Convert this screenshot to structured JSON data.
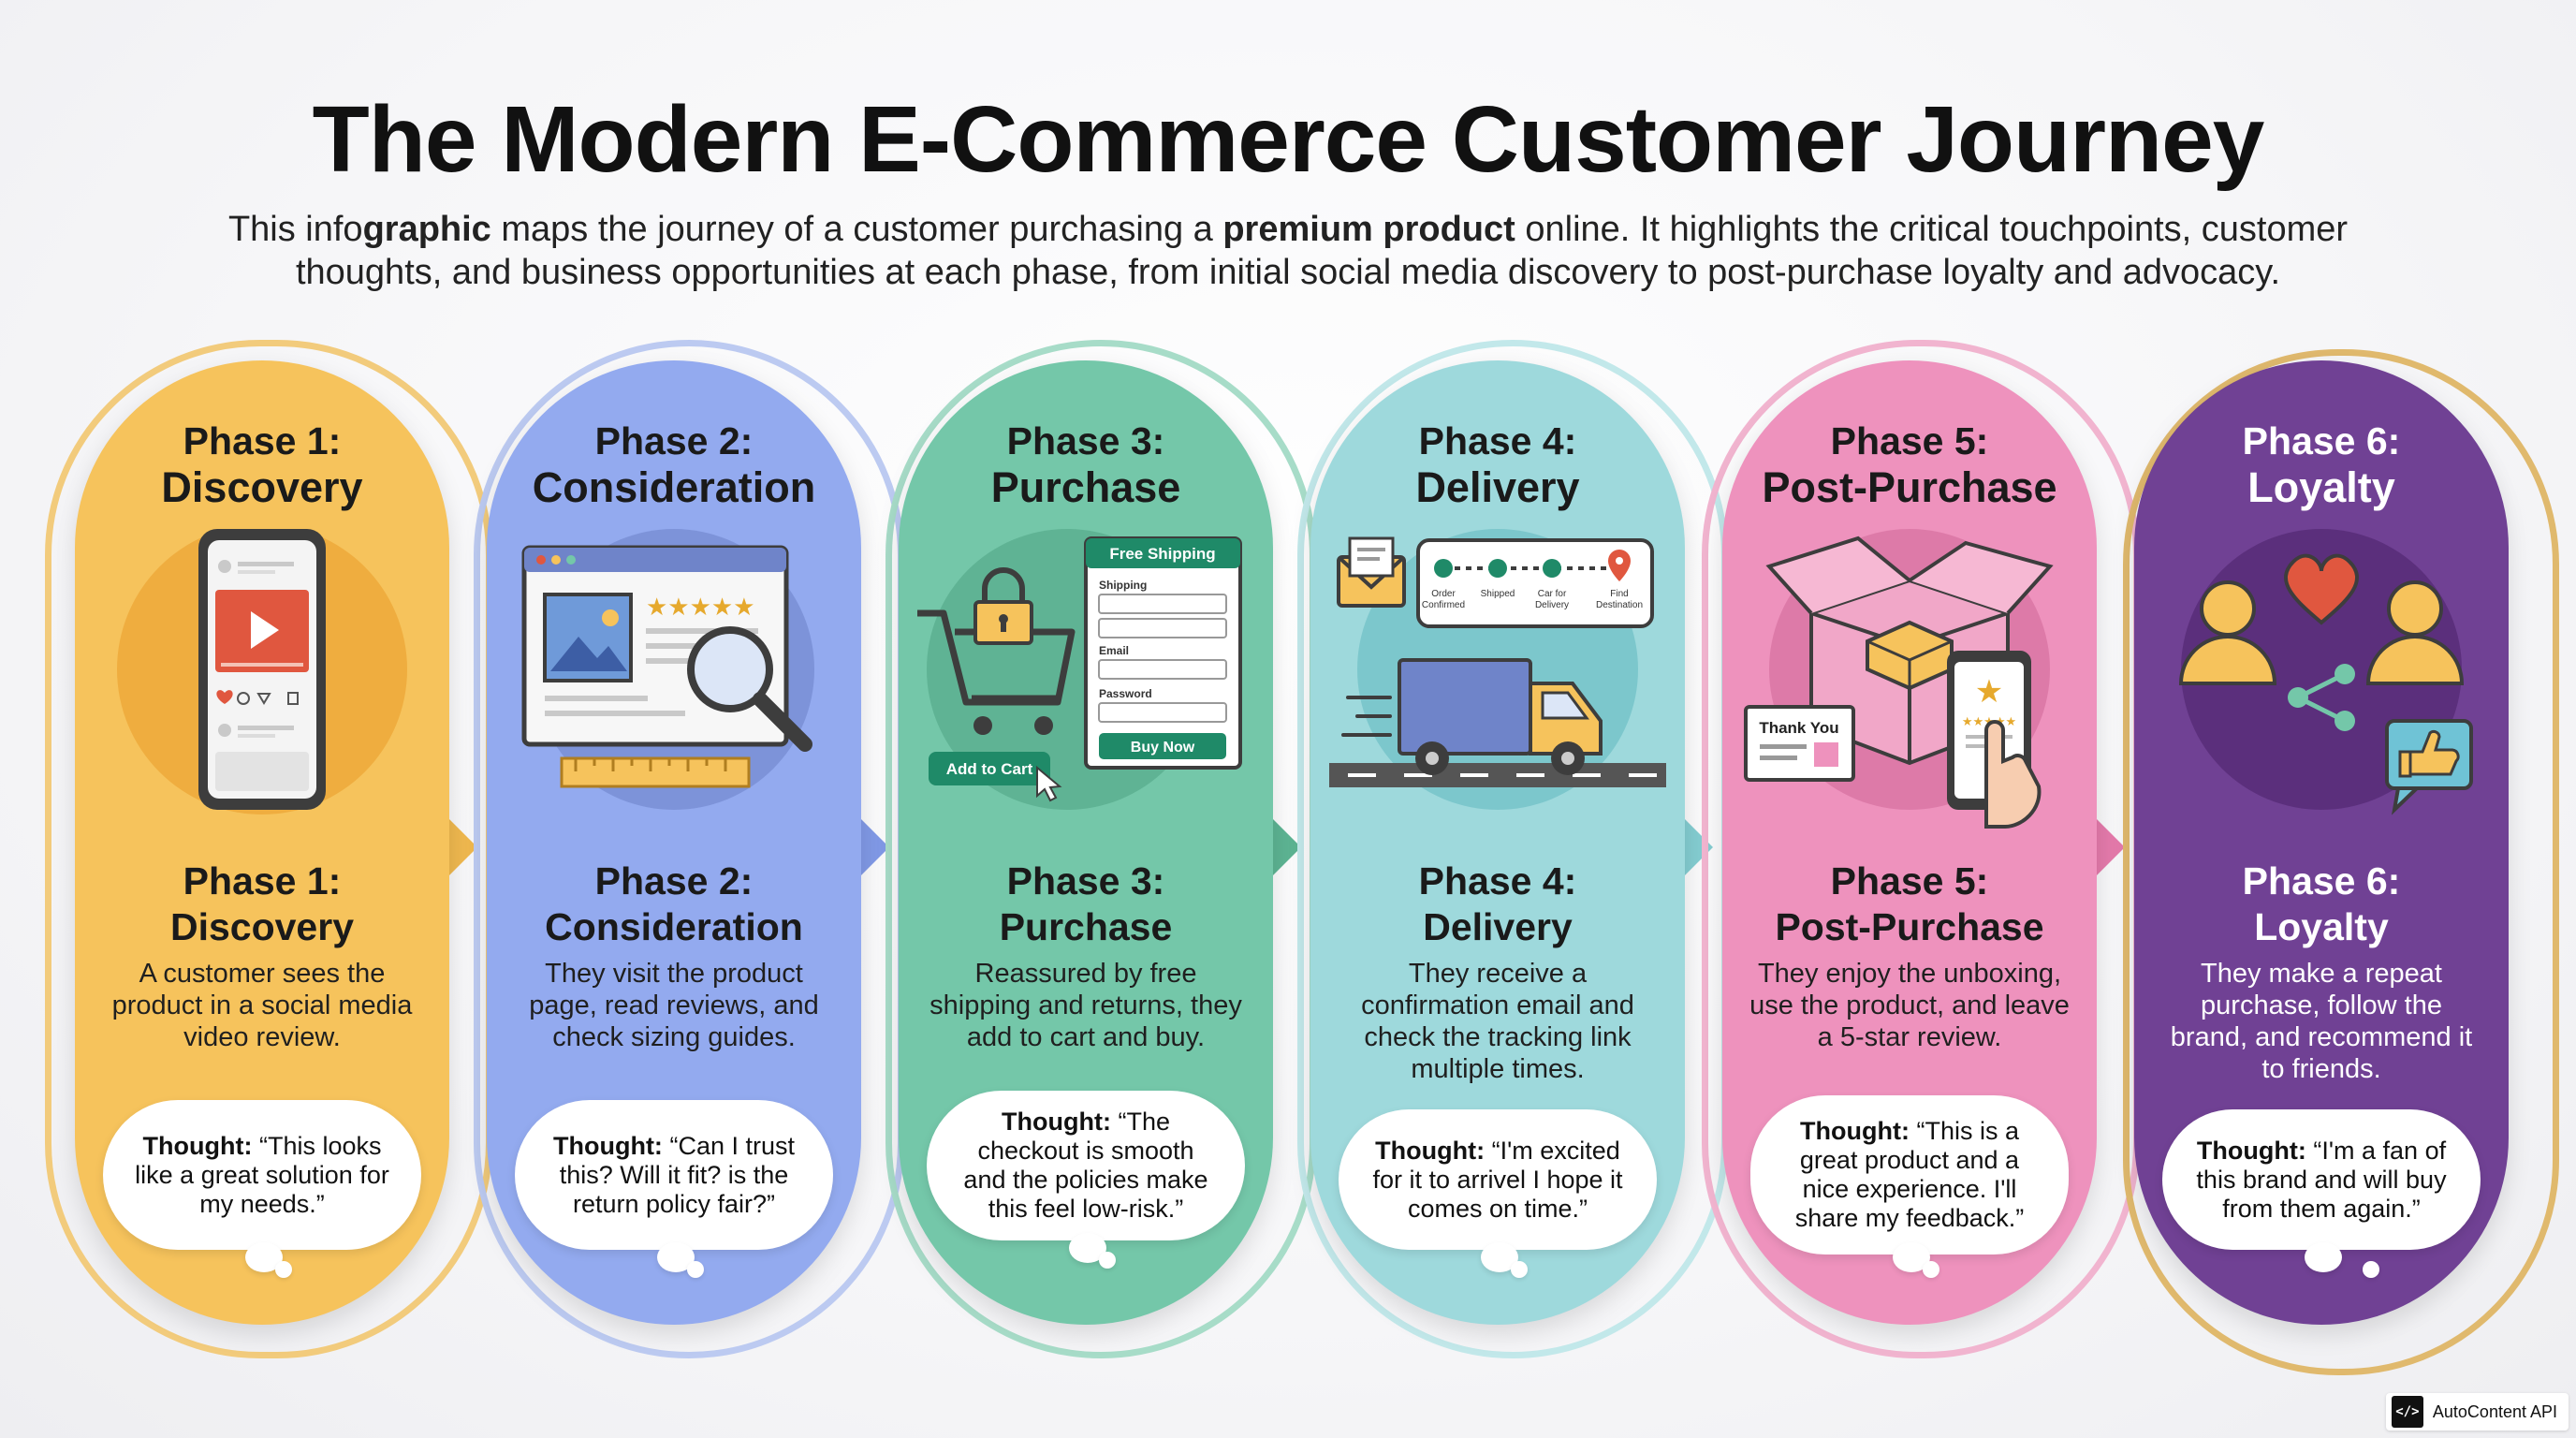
{
  "header": {
    "title": "The Modern E-Commerce Customer Journey",
    "subtitle": {
      "part1": "This info",
      "bold1": "graphic",
      "part2": " maps the journey of a customer purchasing a ",
      "bold2": "premium product",
      "part3": " online. It highlights the critical touchpoints, customer thoughts, and business opportunities at each phase, from initial social media discovery to post-purchase loyalty and advocacy."
    }
  },
  "colors": {
    "phase1": "#f6c35c",
    "phase2": "#93aaef",
    "phase3": "#74c7a9",
    "phase4": "#9ed9dc",
    "phase5": "#ee92bd",
    "phase6": "#704194"
  },
  "phases": [
    {
      "label": "Phase 1:",
      "name": "Discovery",
      "icon": "smartphone-video-icon",
      "description": "A customer sees the product in a social media video review.",
      "thought_label": "Thought:",
      "thought": "“This looks like a great solution for my needs.”"
    },
    {
      "label": "Phase 2:",
      "name": "Consideration",
      "icon": "product-page-magnifier-icon",
      "description": "They visit the product page, read reviews, and check sizing guides.",
      "thought_label": "Thought:",
      "thought": "“Can I trust this? Will it fit? is the return policy fair?”"
    },
    {
      "label": "Phase 3:",
      "name": "Purchase",
      "icon": "cart-checkout-icon",
      "description": "Reassured by free shipping and returns, they add to cart and buy.",
      "thought_label": "Thought:",
      "thought": "“The checkout is smooth and the policies make this feel low-risk.”",
      "icon_text": {
        "free_shipping": "Free Shipping",
        "shipping": "Shipping",
        "email": "Email",
        "password": "Password",
        "buy_now": "Buy Now",
        "add_to_cart": "Add to Cart"
      }
    },
    {
      "label": "Phase 4:",
      "name": "Delivery",
      "icon": "delivery-truck-icon",
      "description": "They receive a confirmation email and check the tracking link multiple times.",
      "thought_label": "Thought:",
      "thought": "“I'm excited for it to arrivel I hope it comes on time.”",
      "icon_text": {
        "order_1": "Order",
        "order_2": "Confirmed",
        "shipped": "Shipped",
        "car_1": "Car for",
        "car_2": "Delivery",
        "find_1": "Find",
        "find_2": "Destination"
      }
    },
    {
      "label": "Phase 5:",
      "name": "Post-Purchase",
      "icon": "unboxing-review-icon",
      "description": "They enjoy the unboxing, use the product, and leave a 5-star review.",
      "thought_label": "Thought:",
      "thought": "“This is a great product and a nice experience. I'll share my feedback.”",
      "icon_text": {
        "thank_you": "Thank You"
      }
    },
    {
      "label": "Phase 6:",
      "name": "Loyalty",
      "icon": "community-heart-icon",
      "description": "They make a repeat purchase, follow the brand, and recommend it to friends.",
      "thought_label": "Thought:",
      "thought": "“I'm a fan of this brand and will buy from them again.”"
    }
  ],
  "watermark": {
    "logo": "</>",
    "text": "AutoContent API"
  }
}
